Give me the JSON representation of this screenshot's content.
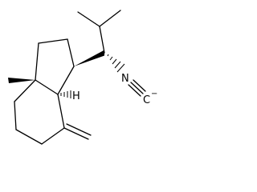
{
  "molecule": {
    "atom_labels": {
      "stereo_h": "H",
      "isocyanide_n": "N",
      "isocyanide_c": "C",
      "c_charge": "−"
    },
    "colors": {
      "ink": "#000000",
      "background": "#ffffff"
    }
  }
}
